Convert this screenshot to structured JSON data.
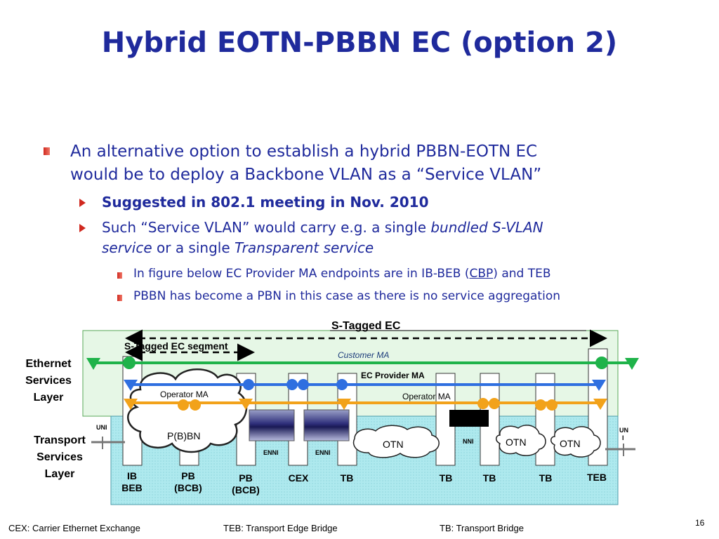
{
  "title": "Hybrid EOTN-PBBN EC (option 2)",
  "bullets": {
    "main_line1": "An alternative option to establish a hybrid PBBN-EOTN EC",
    "main_line2": "would be to deploy a Backbone VLAN as a “Service VLAN”",
    "sub1": "Suggested in 802.1 meeting in Nov. 2010",
    "sub2_line1_pre": "Such “Service VLAN” would carry e.g. a single ",
    "sub2_line1_em": "bundled S-VLAN",
    "sub2_line2_em1": "service",
    "sub2_line2_mid": " or a single ",
    "sub2_line2_em2": "Transparent service",
    "sub3_pre": "In figure below EC Provider MA endpoints are in IB-BEB (",
    "sub3_link": "CBP",
    "sub3_post": ") and TEB",
    "sub4": "PBBN has become a PBN in this case as there is no service aggregation"
  },
  "diagram": {
    "s_tagged_ec": "S-Tagged EC",
    "s_tagged_ec_segment": "S-Tagged EC segment",
    "customer_ma": "Customer MA",
    "ec_provider_ma": "EC Provider MA",
    "operator_ma_left": "Operator MA",
    "operator_ma_right": "Operator MA",
    "pbbn_cloud": "P(B)BN",
    "otn_cloud_1": "OTN",
    "otn_cloud_2": "OTN",
    "otn_cloud_3": "OTN",
    "uni_left": "UNI",
    "uni_right_1": "UN",
    "uni_right_2": "I",
    "enni_1": "ENNI",
    "enni_2": "ENNI",
    "nni": "NNI",
    "layers": {
      "ethernet_1": "Ethernet",
      "ethernet_2": "Services",
      "ethernet_3": "Layer",
      "transport_1": "Transport",
      "transport_2": "Services",
      "transport_3": "Layer"
    },
    "nodes": {
      "ib_beb_1": "IB",
      "ib_beb_2": "BEB",
      "pb1_1": "PB",
      "pb1_2": "(BCB)",
      "pb2_1": "PB",
      "pb2_2": "(BCB)",
      "cex": "CEX",
      "tb1": "TB",
      "tb2": "TB",
      "tb3": "TB",
      "tb4": "TB",
      "teb": "TEB"
    },
    "colors": {
      "customer_ma": "#1fb34a",
      "provider_ma": "#2f6fe0",
      "operator_ma": "#f2a21a",
      "service_layer_bg": "#e6f7e6",
      "transport_layer_bg": "#aee9ee"
    }
  },
  "footer": {
    "cex": "CEX: Carrier Ethernet Exchange",
    "teb": "TEB: Transport Edge Bridge",
    "tb": "TB: Transport Bridge",
    "page": "16"
  }
}
